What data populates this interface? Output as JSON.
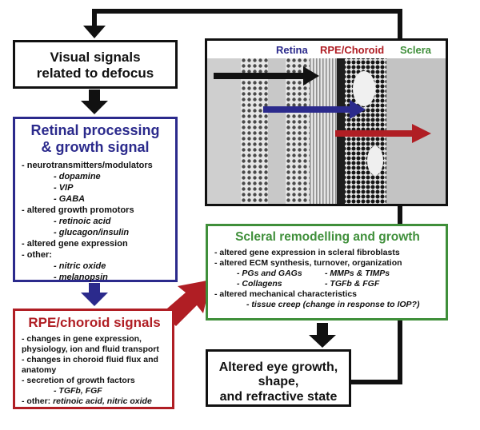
{
  "visual_signals": {
    "line1": "Visual signals",
    "line2": "related to defocus"
  },
  "retinal": {
    "title1": "Retinal processing",
    "title2": "& growth signal",
    "items": [
      {
        "text": "- neurotransmitters/modulators",
        "sub": false
      },
      {
        "text": "- dopamine",
        "sub": true
      },
      {
        "text": "- VIP",
        "sub": true
      },
      {
        "text": "- GABA",
        "sub": true
      },
      {
        "text": "- altered growth promotors",
        "sub": false
      },
      {
        "text": "- retinoic acid",
        "sub": true
      },
      {
        "text": "- glucagon/insulin",
        "sub": true
      },
      {
        "text": "- altered gene expression",
        "sub": false
      },
      {
        "text": "- other:",
        "sub": false
      },
      {
        "text": "- nitric oxide",
        "sub": true
      },
      {
        "text": "- melanopsin",
        "sub": true
      }
    ]
  },
  "rpe": {
    "title": "RPE/choroid signals",
    "items": [
      {
        "text": "- changes in gene expression,",
        "sub": false
      },
      {
        "text": "physiology, ion and fluid transport",
        "sub": false
      },
      {
        "text": "- changes in choroid fluid flux and",
        "sub": false
      },
      {
        "text": "anatomy",
        "sub": false
      },
      {
        "text": "- secretion of growth factors",
        "sub": false
      },
      {
        "text": "- TGFb, FGF",
        "sub": true
      }
    ],
    "other_label": "- other:",
    "other_text": "retinoic acid, nitric oxide"
  },
  "scleral": {
    "title": "Scleral remodelling and growth",
    "line1": "- altered gene expression in scleral fibroblasts",
    "line2": "- altered ECM synthesis, turnover, organization",
    "pairs": [
      [
        "- PGs and GAGs",
        "- MMPs & TIMPs"
      ],
      [
        "- Collagens",
        "- TGFb & FGF"
      ]
    ],
    "line3": "- altered mechanical characteristics",
    "line4": "- tissue creep (change in response to IOP?)"
  },
  "altered": {
    "line1": "Altered eye growth, shape,",
    "line2": "and refractive state"
  },
  "micrograph": {
    "labels": {
      "retina": "Retina",
      "rpe": "RPE/Choroid",
      "sclera": "Sclera"
    }
  },
  "colors": {
    "blue": "#2b2a8c",
    "red": "#b01e24",
    "green": "#3f8f3a",
    "black": "#111111"
  }
}
